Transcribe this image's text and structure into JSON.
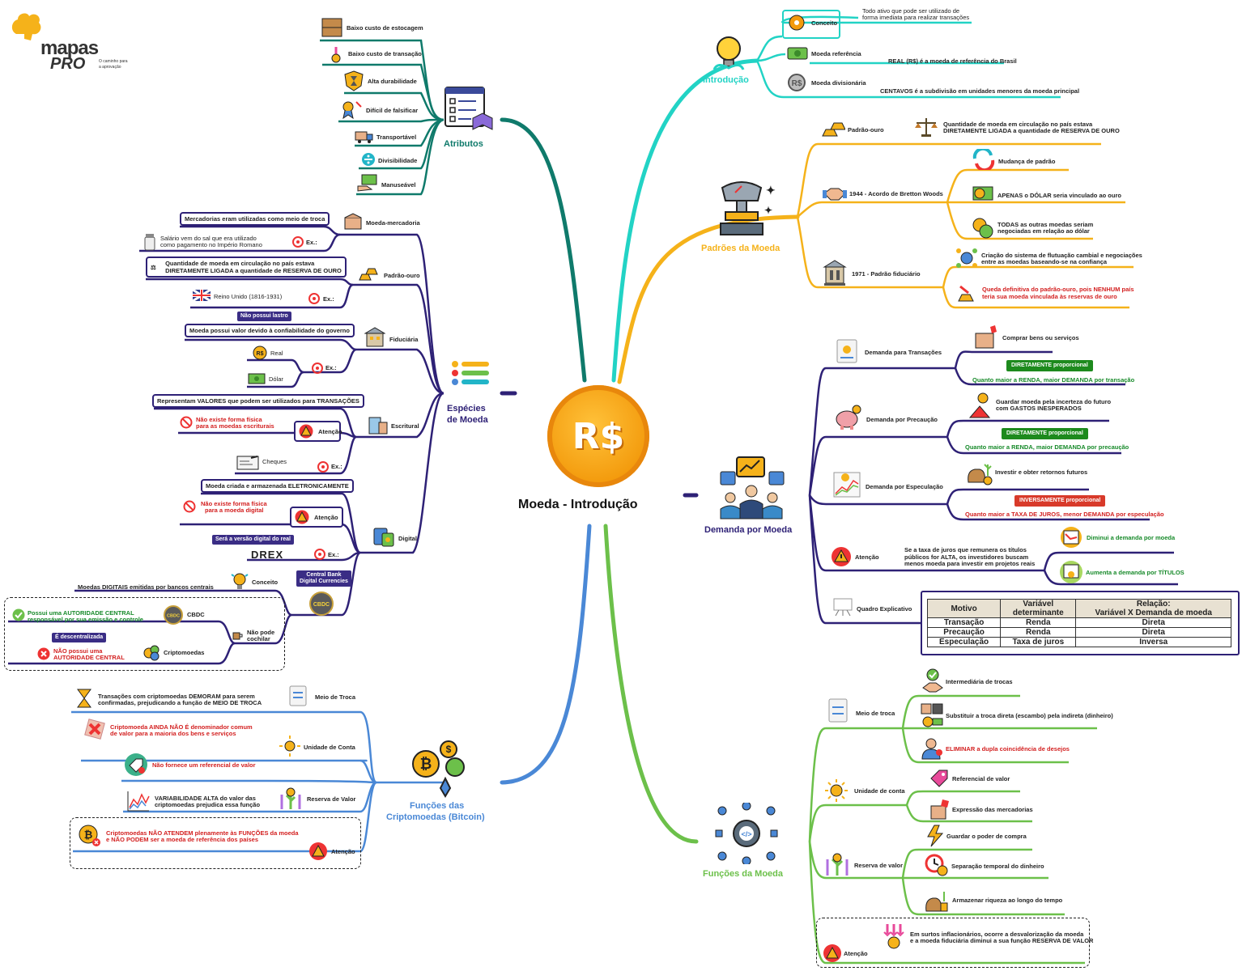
{
  "center": {
    "title": "Moeda - Introdução",
    "coin_symbol": "R$"
  },
  "logo": {
    "name": "mapas",
    "pro": "PRO",
    "tagline1": "O caminho para",
    "tagline2": "a aprovação"
  },
  "colors": {
    "intro": "#22d3c5",
    "padroes": "#f5b21a",
    "demanda": "#2e2176",
    "funcoes": "#6cc04a",
    "atributos": "#0f7a6b",
    "especies": "#2e2176",
    "cripto": "#4a88d6"
  },
  "introducao": {
    "label": "Introdução",
    "conceito": "Conceito",
    "conceito_desc": [
      "Todo ativo que pode ser utilizado de",
      "forma imediata para realizar transações"
    ],
    "moeda_ref": "Moeda referência",
    "moeda_ref_desc": "REAL (R$) é a moeda de referência do Brasil",
    "moeda_div": "Moeda divisionária",
    "moeda_div_desc": "CENTAVOS é a subdivisão em unidades menores da moeda principal"
  },
  "padroes": {
    "label": "Padrões da Moeda",
    "padrao_ouro": "Padrão-ouro",
    "padrao_ouro_desc": [
      "Quantidade de moeda em circulação no país estava",
      "DIRETAMENTE LIGADA a quantidade de RESERVA DE OURO"
    ],
    "bretton": "1944 - Acordo de Bretton Woods",
    "mudanca": "Mudança de padrão",
    "dolar_ouro": "APENAS o DÓLAR seria vinculado ao ouro",
    "outras": [
      "TODAS as outras moedas seriam",
      "negociadas em relação ao dólar"
    ],
    "fiduciario": "1971 - Padrão fiduciário",
    "flutuacao": [
      "Criação do sistema de flutuação cambial e negociações",
      "entre as moedas baseando-se na confiança"
    ],
    "queda": [
      "Queda definitiva do padrão-ouro, pois NENHUM país",
      "teria sua moeda vinculada às reservas de ouro"
    ]
  },
  "demanda": {
    "label": "Demanda por Moeda",
    "transacoes": "Demanda para Transações",
    "comprar": "Comprar bens ou serviços",
    "dir1": "DIRETAMENTE proporcional",
    "renda1": "Quanto maior a RENDA, maior DEMANDA por transação",
    "precaucao": "Demanda por Precaução",
    "guardar": [
      "Guardar moeda pela incerteza do futuro",
      "com GASTOS INESPERADOS"
    ],
    "dir2": "DIRETAMENTE proporcional",
    "renda2": "Quanto maior a RENDA, maior DEMANDA por precaução",
    "especulacao": "Demanda por Especulação",
    "investir": "Investir e obter retornos futuros",
    "inv": "INVERSAMENTE proporcional",
    "juros": "Quanto maior a TAXA DE JUROS, menor DEMANDA por especulação",
    "atencao": "Atenção",
    "atencao_desc": [
      "Se a taxa de juros que remunera os títulos",
      "públicos for ALTA, os investidores buscam",
      "menos moeda para investir em projetos reais"
    ],
    "diminui": "Diminui a demanda por moeda",
    "aumenta": "Aumenta a demanda por TÍTULOS",
    "quadro": "Quadro Explicativo",
    "table": {
      "headers": [
        [
          "Motivo"
        ],
        [
          "Variável",
          "determinante"
        ],
        [
          "Relação:",
          "Variável X Demanda de moeda"
        ]
      ],
      "rows": [
        [
          "Transação",
          "Renda",
          "Direta"
        ],
        [
          "Precaução",
          "Renda",
          "Direta"
        ],
        [
          "Especulação",
          "Taxa de juros",
          "Inversa"
        ]
      ]
    }
  },
  "funcoes": {
    "label": "Funções da Moeda",
    "meio": "Meio de troca",
    "intermediaria": "Intermediária de trocas",
    "substituir": "Substituir a troca direta (escambo) pela indireta (dinheiro)",
    "eliminar": "ELIMINAR a dupla coincidência de desejos",
    "unidade": "Unidade de conta",
    "referencial": "Referencial de valor",
    "expressao": "Expressão das mercadorias",
    "reserva": "Reserva de valor",
    "guardar": "Guardar o poder de compra",
    "separacao": "Separação temporal do dinheiro",
    "armazenar": "Armazenar riqueza ao longo do tempo",
    "atencao": "Atenção",
    "atencao_desc": [
      "Em surtos inflacionários, ocorre a desvalorização da moeda",
      "e a moeda fiduciária diminui a sua função RESERVA DE VALOR"
    ]
  },
  "atributos": {
    "label": "Atributos",
    "items": [
      "Baixo custo de estocagem",
      "Baixo custo de transação",
      "Alta durabilidade",
      "Difícil de falsificar",
      "Transportável",
      "Divisibilidade",
      "Manuseável"
    ]
  },
  "especies": {
    "label": [
      "Espécies",
      "de Moeda"
    ],
    "mercadoria": "Moeda-mercadoria",
    "mercadoria_desc": "Mercadorias eram utilizadas como meio de troca",
    "sal": [
      "Salário vem do sal que era utilizado",
      "como pagamento no Império Romano"
    ],
    "ex": "Ex.:",
    "padrao_ouro": "Padrão-ouro",
    "padrao_ouro_desc": [
      "Quantidade de moeda em circulação no país estava",
      "DIRETAMENTE LIGADA a quantidade de RESERVA DE OURO"
    ],
    "reino": "Reino Unido (1816-1931)",
    "fiduciaria": "Fiduciária",
    "sem_lastro": "Não possui lastro",
    "fiduciaria_desc": "Moeda possui valor devido à confiabilidade do governo",
    "real": "Real",
    "dolar": "Dólar",
    "escritural": "Escritural",
    "escritural_desc": "Representam VALORES que podem ser utilizados para TRANSAÇÕES",
    "atencao": "Atenção",
    "nao_fisica1": [
      "Não existe forma física",
      "para as moedas escriturais"
    ],
    "cheques": "Cheques",
    "digital": "Digital",
    "digital_desc": "Moeda criada e armazenada ELETRONICAMENTE",
    "nao_fisica2": [
      "Não existe forma física",
      "para a moeda digital"
    ],
    "versao_real": "Será a versão digital do real",
    "drex": "DREX",
    "conceito": "Conceito",
    "cbdc_desc": "Moedas DIGITAIS emitidas por bancos centrais",
    "cbdc_tag": [
      "Central Bank",
      "Digital Currencies"
    ],
    "cbdc": "CBDC",
    "autoridade": [
      "Possui uma AUTORIDADE CENTRAL",
      "responsável por  sua emissão e controle"
    ],
    "descentralizada": "É descentralizada",
    "sem_autoridade": [
      "NÃO possui uma",
      "AUTORIDADE CENTRAL"
    ],
    "cripto": "Criptomoedas",
    "nao_pode": [
      "Não pode",
      "cochilar"
    ]
  },
  "cripto": {
    "label": [
      "Funções das",
      "Criptomoedas (Bitcoin)"
    ],
    "meio": "Meio de Troca",
    "meio_desc": [
      "Transações com criptomoedas DEMORAM para serem",
      "confirmadas, prejudicando a função de MEIO DE TROCA"
    ],
    "unidade": "Unidade de Conta",
    "unidade_desc": [
      "Criptomoeda AINDA NÃO É denominador comum",
      "de valor para a maioria dos bens e serviços"
    ],
    "referencial": "Não fornece um referencial de valor",
    "reserva": "Reserva de Valor",
    "reserva_desc": [
      "VARIABILIDADE ALTA do valor das",
      "criptomoedas prejudica essa função"
    ],
    "atencao": "Atenção",
    "atencao_desc": [
      "Criptomoedas NÃO ATENDEM plenamente às FUNÇÕES da moeda",
      "e NÃO PODEM ser a moeda de referência dos países"
    ]
  }
}
